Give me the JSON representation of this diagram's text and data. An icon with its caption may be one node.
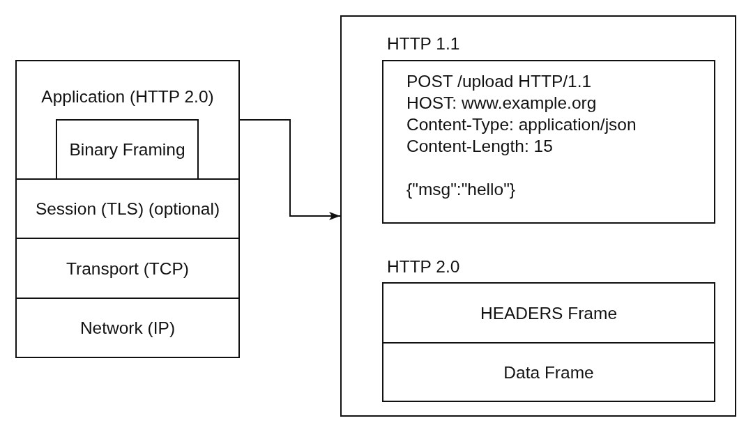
{
  "diagram": {
    "nodes": [
      {
        "text": [
          "Application (HTTP 2.0)"
        ]
      },
      {
        "text": [
          "Binary Framing"
        ],
        "in": 0
      },
      {
        "text": [
          "Session (TLS) (optional)"
        ]
      },
      {
        "text": [
          "Transport (TCP)"
        ]
      },
      {
        "text": [
          "Network (IP)"
        ]
      },
      {
        "text": [],
        "shape": "box"
      },
      {
        "text": [
          "HTTP 1.1",
          "POST /upload HTTP/1.1",
          "HOST: www.example.org",
          "Content-Type: application/json",
          "Content-Length: 15",
          "{\"msg\":\"hello\"}"
        ],
        "in": 5
      },
      {
        "text": [
          "HTTP 2.0"
        ],
        "in": 5
      },
      {
        "text": [
          "HEADERS Frame"
        ],
        "in": 7
      },
      {
        "text": [
          "Data Frame"
        ],
        "in": 7
      }
    ],
    "edges": [
      {
        "from": 0,
        "to": 5,
        "arrow": "to"
      }
    ]
  }
}
